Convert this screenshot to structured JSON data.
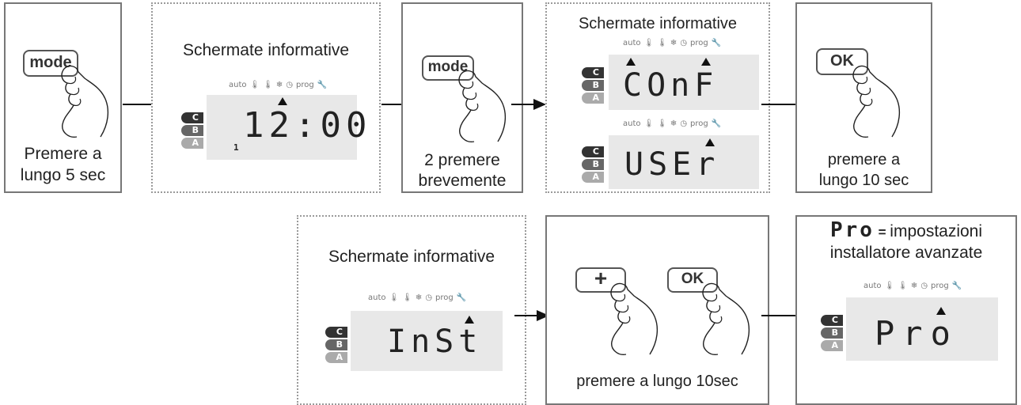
{
  "step1": {
    "button": "mode",
    "caption_line1": "Premere a",
    "caption_line2": "lungo 5 sec"
  },
  "step2": {
    "title": "Schermate informative",
    "display": "12:00",
    "small_digit": "1"
  },
  "step3": {
    "button": "mode",
    "caption_line1": "2 premere",
    "caption_line2": "brevemente"
  },
  "step4": {
    "title": "Schermate informative",
    "display_top": "COnF",
    "display_bottom": "USEr"
  },
  "step5": {
    "button": "OK",
    "caption_line1": "premere a",
    "caption_line2": "lungo 10 sec"
  },
  "step6": {
    "title": "Schermate informative",
    "display": "InSt"
  },
  "step7": {
    "button_plus": "+",
    "button_ok": "OK",
    "caption": "premere a lungo 10sec"
  },
  "step8": {
    "symbol": "Pro",
    "equals": " = ",
    "desc_line1": "impostazioni",
    "desc_line2": "installatore avanzate",
    "display": "Pro"
  },
  "lcd_labels": {
    "auto": "auto",
    "prog": "prog",
    "c": "C",
    "b": "B",
    "a": "A"
  }
}
